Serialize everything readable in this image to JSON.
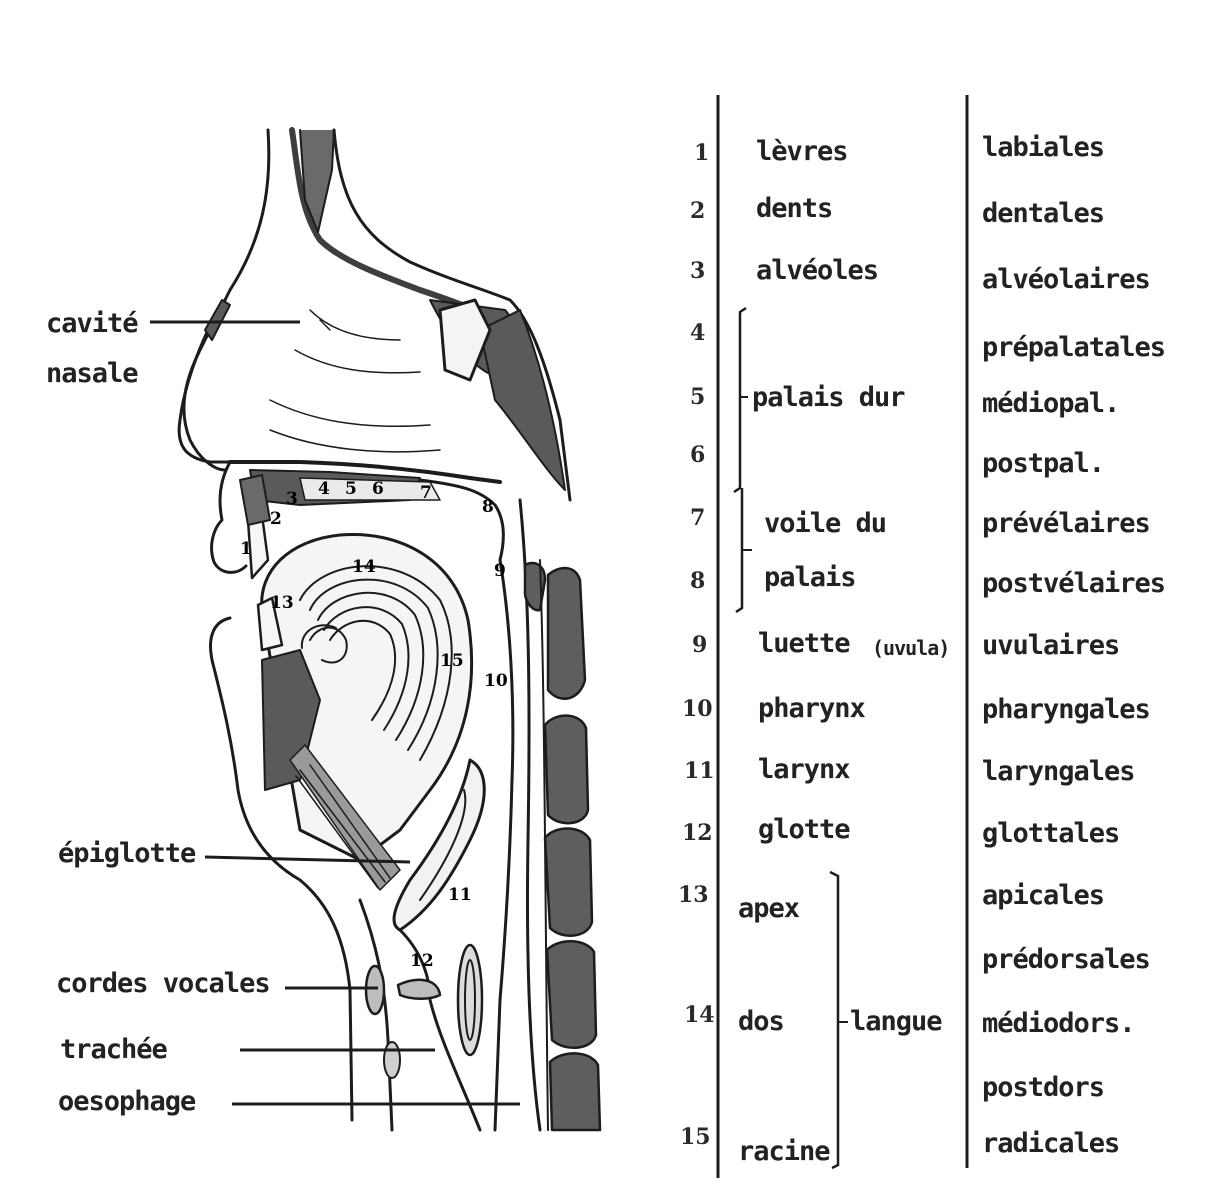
{
  "left_labels": {
    "cavite_line1": "cavité",
    "cavite_line2": "nasale",
    "epiglotte": "épiglotte",
    "cordes": "cordes vocales",
    "trachee": "trachée",
    "oesophage": "oesophage"
  },
  "diagram_numbers": [
    "1",
    "2",
    "3",
    "4",
    "5",
    "6",
    "7",
    "8",
    "9",
    "10",
    "11",
    "12",
    "13",
    "14",
    "15"
  ],
  "table": {
    "numbers": [
      "1",
      "2",
      "3",
      "4",
      "5",
      "6",
      "7",
      "8",
      "9",
      "10",
      "11",
      "12",
      "13",
      "14",
      "15"
    ],
    "organs": {
      "levres": "lèvres",
      "dents": "dents",
      "alveoles": "alvéoles",
      "palais_dur": "palais dur",
      "voile_line1": "voile du",
      "voile_line2": "palais",
      "luette": "luette",
      "uvula": "(uvula)",
      "pharynx": "pharynx",
      "larynx": "larynx",
      "glotte": "glotte",
      "apex": "apex",
      "dos": "dos",
      "racine": "racine",
      "langue": "langue"
    },
    "places": [
      "labiales",
      "dentales",
      "alvéolaires",
      "prépalatales",
      "médiopal.",
      "postpal.",
      "prévélaires",
      "postvélaires",
      "uvulaires",
      "pharyngales",
      "laryngales",
      "glottales",
      "apicales",
      "prédorsales",
      "médiodors.",
      "postdors",
      "radicales"
    ]
  },
  "colors": {
    "ink": "#1c1c1c",
    "tissue_dark": "#5a5a5a",
    "tissue_light": "#f2f2f2"
  }
}
